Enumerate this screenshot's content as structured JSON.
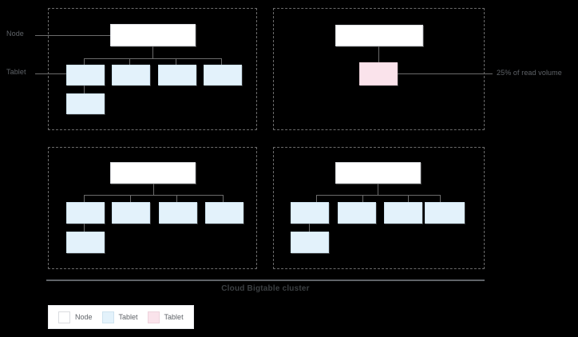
{
  "diagram": {
    "title": "Cloud Bigtable cluster",
    "background_color": "#000000",
    "colors": {
      "node_fill": "#ffffff",
      "tablet_fill": "#e3f2fb",
      "tablet_hot_fill": "#fae3eb",
      "connector": "#6b6b6b",
      "quadrant_border": "#6b6b6b",
      "text": "#5f6368"
    },
    "annotations": {
      "node_label": "Node",
      "tablet_label": "Tablet",
      "hot_tablet_label": "25% of read volume"
    },
    "quadrants": [
      {
        "name": "node-group-top-left",
        "node": {
          "label": ""
        },
        "tablets": 4,
        "extra_tablets": 1,
        "hot_tablet": false
      },
      {
        "name": "node-group-top-right",
        "node": {
          "label": ""
        },
        "tablets": 0,
        "extra_tablets": 0,
        "hot_tablet": true
      },
      {
        "name": "node-group-bottom-left",
        "node": {
          "label": ""
        },
        "tablets": 4,
        "extra_tablets": 1,
        "hot_tablet": false
      },
      {
        "name": "node-group-bottom-right",
        "node": {
          "label": ""
        },
        "tablets": 4,
        "extra_tablets": 1,
        "hot_tablet": false
      }
    ],
    "legend": {
      "items": [
        {
          "label": "Node",
          "color": "#ffffff"
        },
        {
          "label": "Tablet",
          "color": "#e3f2fb"
        },
        {
          "label": "Tablet",
          "color": "#fae3eb"
        }
      ]
    }
  }
}
